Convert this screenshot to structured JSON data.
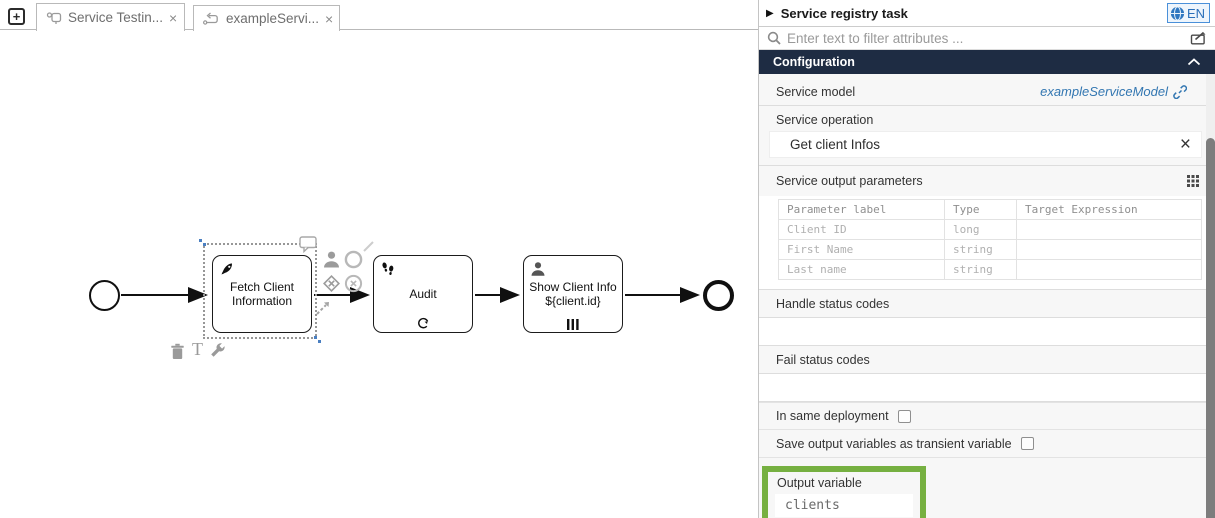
{
  "colors": {
    "accent_green": "#76b041",
    "config_header_bg": "#1e2c43",
    "link_blue": "#3276b1",
    "selection_blue": "#4a7fc1"
  },
  "tabbar": {
    "new_tab_glyph": "+",
    "tabs": [
      {
        "label": "Service Testin...",
        "icon": "service-testing-icon",
        "close_glyph": "×"
      },
      {
        "label": "exampleServi...",
        "icon": "process-model-icon",
        "close_glyph": "×"
      }
    ]
  },
  "diagram": {
    "tasks": [
      {
        "line1": "Fetch Client",
        "line2": "Information",
        "icon": "rocket-icon"
      },
      {
        "line1": "Audit",
        "icon": "footprints-icon",
        "marker": "loop"
      },
      {
        "line1": "Show Client Info",
        "line2": "${client.id}",
        "icon": "user-icon",
        "marker": "parallel"
      }
    ],
    "tools": {
      "text_tool_glyph": "T"
    }
  },
  "panel": {
    "title": "Service registry task",
    "collapse_glyph": "▶",
    "language_label": "EN",
    "filter_placeholder": "Enter text to filter attributes ...",
    "section_title": "Configuration",
    "service_model_label": "Service model",
    "service_model_value": "exampleServiceModel",
    "service_operation_label": "Service operation",
    "service_operation_value": "Get client Infos",
    "clear_glyph": "×",
    "output_params_label": "Service output parameters",
    "table": {
      "columns": [
        "Parameter label",
        "Type",
        "Target Expression"
      ],
      "rows": [
        {
          "label": "Client ID",
          "type": "long",
          "target": ""
        },
        {
          "label": "First Name",
          "type": "string",
          "target": ""
        },
        {
          "label": "Last name",
          "type": "string",
          "target": ""
        }
      ]
    },
    "handle_status_label": "Handle status codes",
    "fail_status_label": "Fail status codes",
    "in_same_deployment_label": "In same deployment",
    "save_transient_label": "Save output variables as transient variable",
    "output_variable_label": "Output variable",
    "output_variable_value": "clients"
  }
}
